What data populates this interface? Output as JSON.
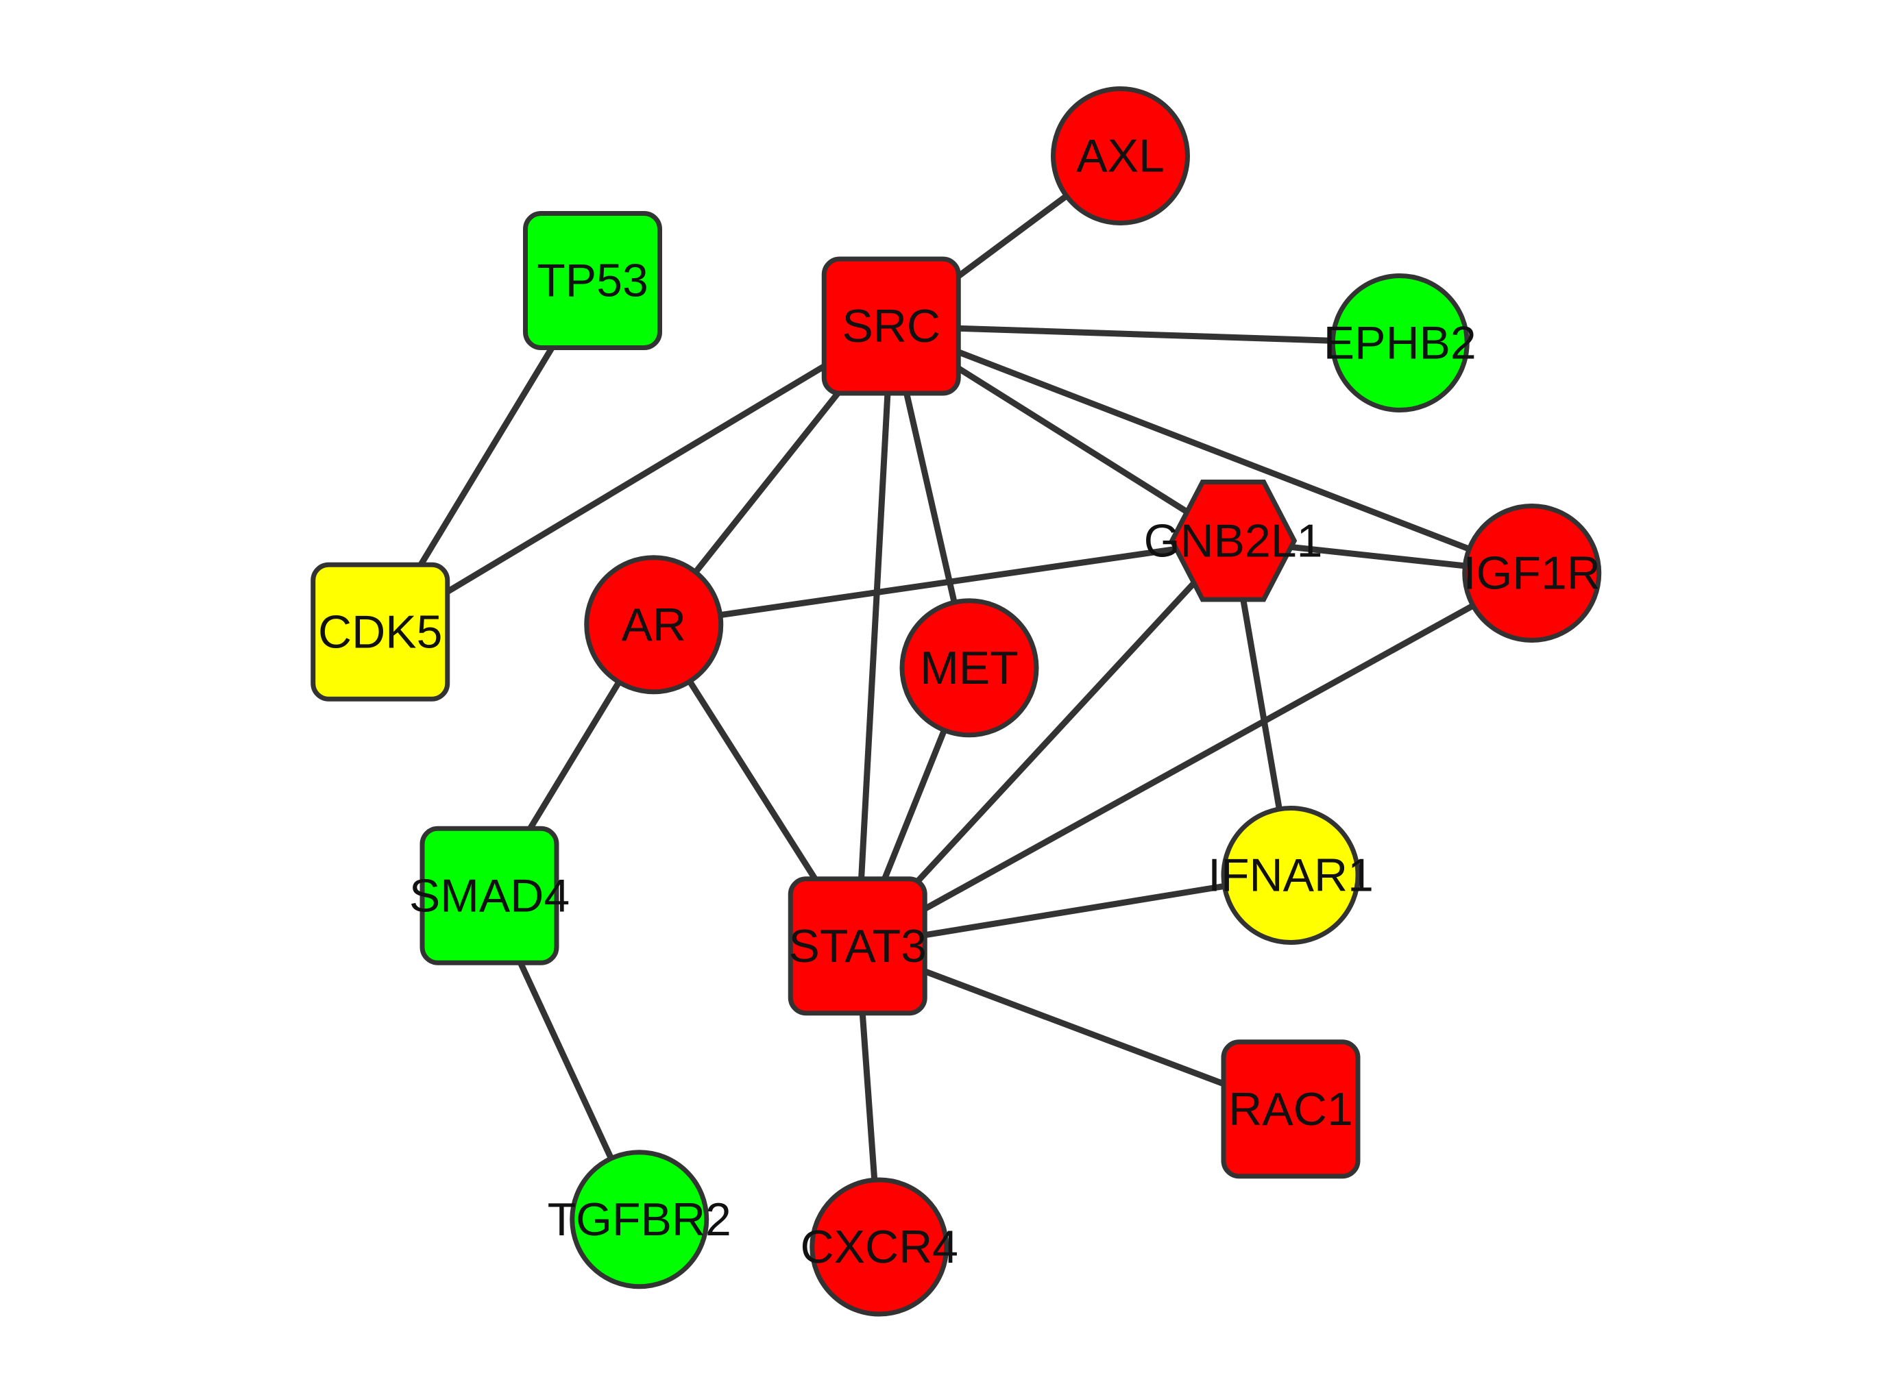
{
  "palette": {
    "up": "#ff0000",
    "down": "#00ff00",
    "mixed": "#ffff00",
    "border": "#333333",
    "edge": "#333333",
    "label": "#111111"
  },
  "nodes": [
    {
      "id": "AXL",
      "label": "AXL",
      "shape": "circle",
      "status": "up"
    },
    {
      "id": "TP53",
      "label": "TP53",
      "shape": "round-rect",
      "status": "down"
    },
    {
      "id": "SRC",
      "label": "SRC",
      "shape": "round-rect",
      "status": "up"
    },
    {
      "id": "EPHB2",
      "label": "EPHB2",
      "shape": "circle",
      "status": "down"
    },
    {
      "id": "GNB2L1",
      "label": "GNB2L1",
      "shape": "hexagon",
      "status": "up"
    },
    {
      "id": "IGF1R",
      "label": "IGF1R",
      "shape": "circle",
      "status": "up"
    },
    {
      "id": "CDK5",
      "label": "CDK5",
      "shape": "round-rect",
      "status": "mixed"
    },
    {
      "id": "AR",
      "label": "AR",
      "shape": "circle",
      "status": "up"
    },
    {
      "id": "MET",
      "label": "MET",
      "shape": "circle",
      "status": "up"
    },
    {
      "id": "IFNAR1",
      "label": "IFNAR1",
      "shape": "circle",
      "status": "mixed"
    },
    {
      "id": "SMAD4",
      "label": "SMAD4",
      "shape": "round-rect",
      "status": "down"
    },
    {
      "id": "STAT3",
      "label": "STAT3",
      "shape": "round-rect",
      "status": "up"
    },
    {
      "id": "RAC1",
      "label": "RAC1",
      "shape": "round-rect",
      "status": "up"
    },
    {
      "id": "TGFBR2",
      "label": "TGFBR2",
      "shape": "circle",
      "status": "down"
    },
    {
      "id": "CXCR4",
      "label": "CXCR4",
      "shape": "circle",
      "status": "up"
    }
  ],
  "edges": [
    [
      "SRC",
      "AXL"
    ],
    [
      "SRC",
      "EPHB2"
    ],
    [
      "SRC",
      "CDK5"
    ],
    [
      "SRC",
      "AR"
    ],
    [
      "SRC",
      "STAT3"
    ],
    [
      "SRC",
      "MET"
    ],
    [
      "SRC",
      "GNB2L1"
    ],
    [
      "SRC",
      "IGF1R"
    ],
    [
      "TP53",
      "CDK5"
    ],
    [
      "AR",
      "GNB2L1"
    ],
    [
      "AR",
      "SMAD4"
    ],
    [
      "AR",
      "STAT3"
    ],
    [
      "GNB2L1",
      "IGF1R"
    ],
    [
      "GNB2L1",
      "STAT3"
    ],
    [
      "GNB2L1",
      "IFNAR1"
    ],
    [
      "IGF1R",
      "STAT3"
    ],
    [
      "MET",
      "STAT3"
    ],
    [
      "STAT3",
      "IFNAR1"
    ],
    [
      "STAT3",
      "RAC1"
    ],
    [
      "STAT3",
      "CXCR4"
    ],
    [
      "SMAD4",
      "TGFBR2"
    ]
  ]
}
